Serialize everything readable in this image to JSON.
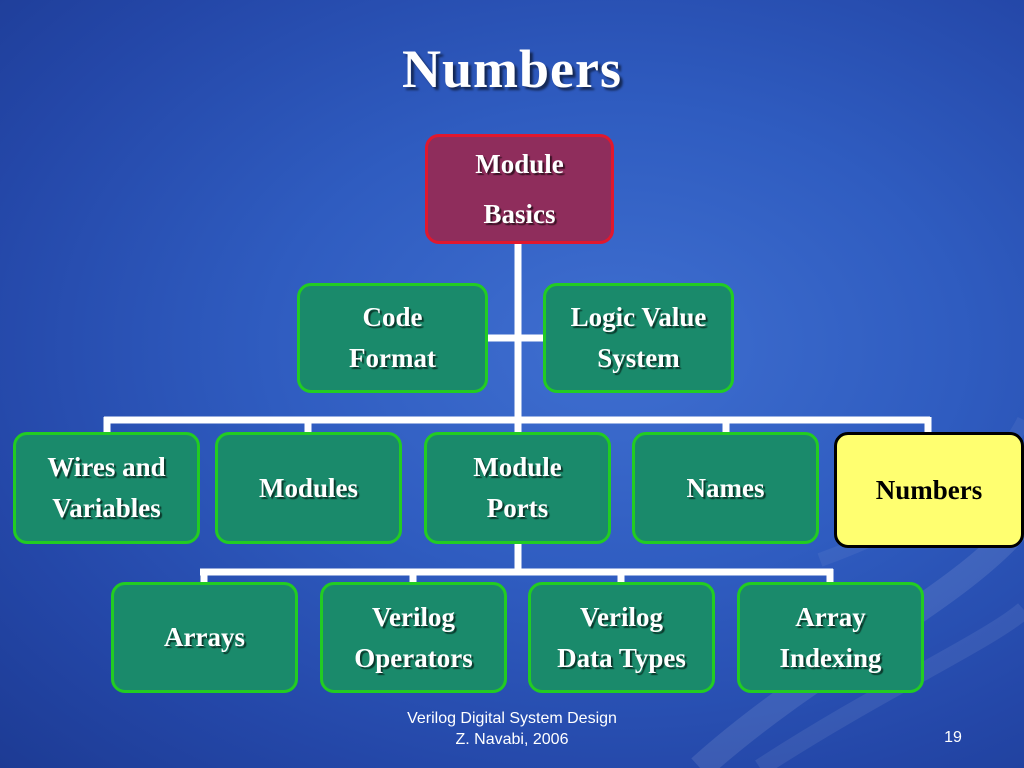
{
  "slide": {
    "title": "Numbers",
    "footer_line1": "Verilog Digital System Design",
    "footer_line2": "Z. Navabi, 2006",
    "page_number": "19"
  },
  "tree": {
    "root": {
      "line1": "Module",
      "line2": "Basics"
    },
    "side_left": {
      "line1": "Code",
      "line2": "Format"
    },
    "side_right": {
      "line1": "Logic Value",
      "line2": "System"
    },
    "row1": [
      {
        "line1": "Wires and",
        "line2": "Variables"
      },
      {
        "line1": "Modules",
        "line2": ""
      },
      {
        "line1": "Module",
        "line2": "Ports"
      },
      {
        "line1": "Names",
        "line2": ""
      },
      {
        "line1": "Numbers",
        "line2": ""
      }
    ],
    "row2": [
      {
        "line1": "Arrays",
        "line2": ""
      },
      {
        "line1": "Verilog",
        "line2": "Operators"
      },
      {
        "line1": "Verilog",
        "line2": "Data Types"
      },
      {
        "line1": "Array",
        "line2": "Indexing"
      }
    ],
    "current_topic": "Numbers"
  },
  "colors": {
    "background": "#2f5cc0",
    "root_fill": "#8f2d5c",
    "root_border": "#e0182e",
    "node_fill": "#1a8a6b",
    "node_border": "#22cc22",
    "current_fill": "#ffff70",
    "current_border": "#000000",
    "connector": "#ffffff"
  }
}
